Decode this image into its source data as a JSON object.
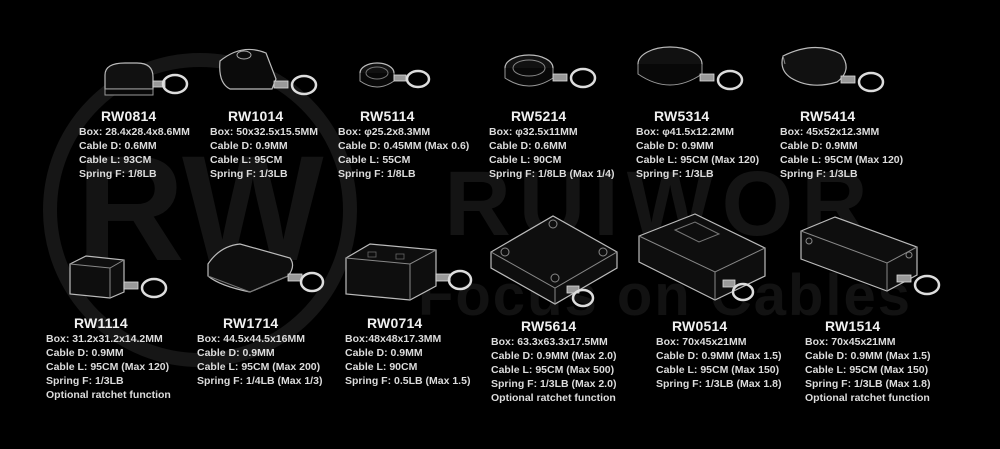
{
  "watermark": {
    "logo_text": "RW",
    "brand": "RUIWOR",
    "tagline": "Focus on Cables"
  },
  "products": [
    {
      "model": "RW0814",
      "specs": [
        "Box: 28.4x28.4x8.6MM",
        "Cable D: 0.6MM",
        "Cable L: 93CM",
        "Spring F: 1/8LB"
      ]
    },
    {
      "model": "RW1014",
      "specs": [
        "Box: 50x32.5x15.5MM",
        "Cable D: 0.9MM",
        "Cable L: 95CM",
        "Spring F: 1/3LB"
      ]
    },
    {
      "model": "RW5114",
      "specs": [
        "Box: φ25.2x8.3MM",
        "Cable D: 0.45MM (Max 0.6)",
        "Cable L: 55CM",
        "Spring F: 1/8LB"
      ]
    },
    {
      "model": "RW5214",
      "specs": [
        "Box: φ32.5x11MM",
        "Cable D: 0.6MM",
        "Cable L: 90CM",
        "Spring F: 1/8LB (Max 1/4)"
      ]
    },
    {
      "model": "RW5314",
      "specs": [
        "Box: φ41.5x12.2MM",
        "Cable D: 0.9MM",
        "Cable L: 95CM (Max 120)",
        "Spring F: 1/3LB"
      ]
    },
    {
      "model": "RW5414",
      "specs": [
        "Box: 45x52x12.3MM",
        "Cable D: 0.9MM",
        "Cable L: 95CM (Max 120)",
        "Spring F: 1/3LB"
      ]
    },
    {
      "model": "RW1114",
      "specs": [
        "Box: 31.2x31.2x14.2MM",
        "Cable D: 0.9MM",
        "Cable L: 95CM (Max 120)",
        "Spring F: 1/3LB",
        "Optional ratchet function"
      ]
    },
    {
      "model": "RW1714",
      "specs": [
        "Box: 44.5x44.5x16MM",
        "Cable D: 0.9MM",
        "Cable L: 95CM (Max 200)",
        "Spring F: 1/4LB (Max 1/3)"
      ]
    },
    {
      "model": "RW0714",
      "specs": [
        "Box:48x48x17.3MM",
        "Cable D: 0.9MM",
        "Cable L: 90CM",
        "Spring F: 0.5LB (Max 1.5)"
      ]
    },
    {
      "model": "RW5614",
      "specs": [
        "Box: 63.3x63.3x17.5MM",
        "Cable D: 0.9MM (Max 2.0)",
        "Cable L: 95CM (Max 500)",
        "Spring F: 1/3LB (Max 2.0)",
        "Optional ratchet function"
      ]
    },
    {
      "model": "RW0514",
      "specs": [
        "Box: 70x45x21MM",
        "Cable D: 0.9MM (Max 1.5)",
        "Cable L: 95CM (Max 150)",
        "Spring F: 1/3LB (Max 1.8)"
      ]
    },
    {
      "model": "RW1514",
      "specs": [
        "Box: 70x45x21MM",
        "Cable D: 0.9MM (Max 1.5)",
        "Cable L: 95CM (Max 150)",
        "Spring F: 1/3LB (Max 1.8)",
        "Optional ratchet function"
      ]
    }
  ]
}
